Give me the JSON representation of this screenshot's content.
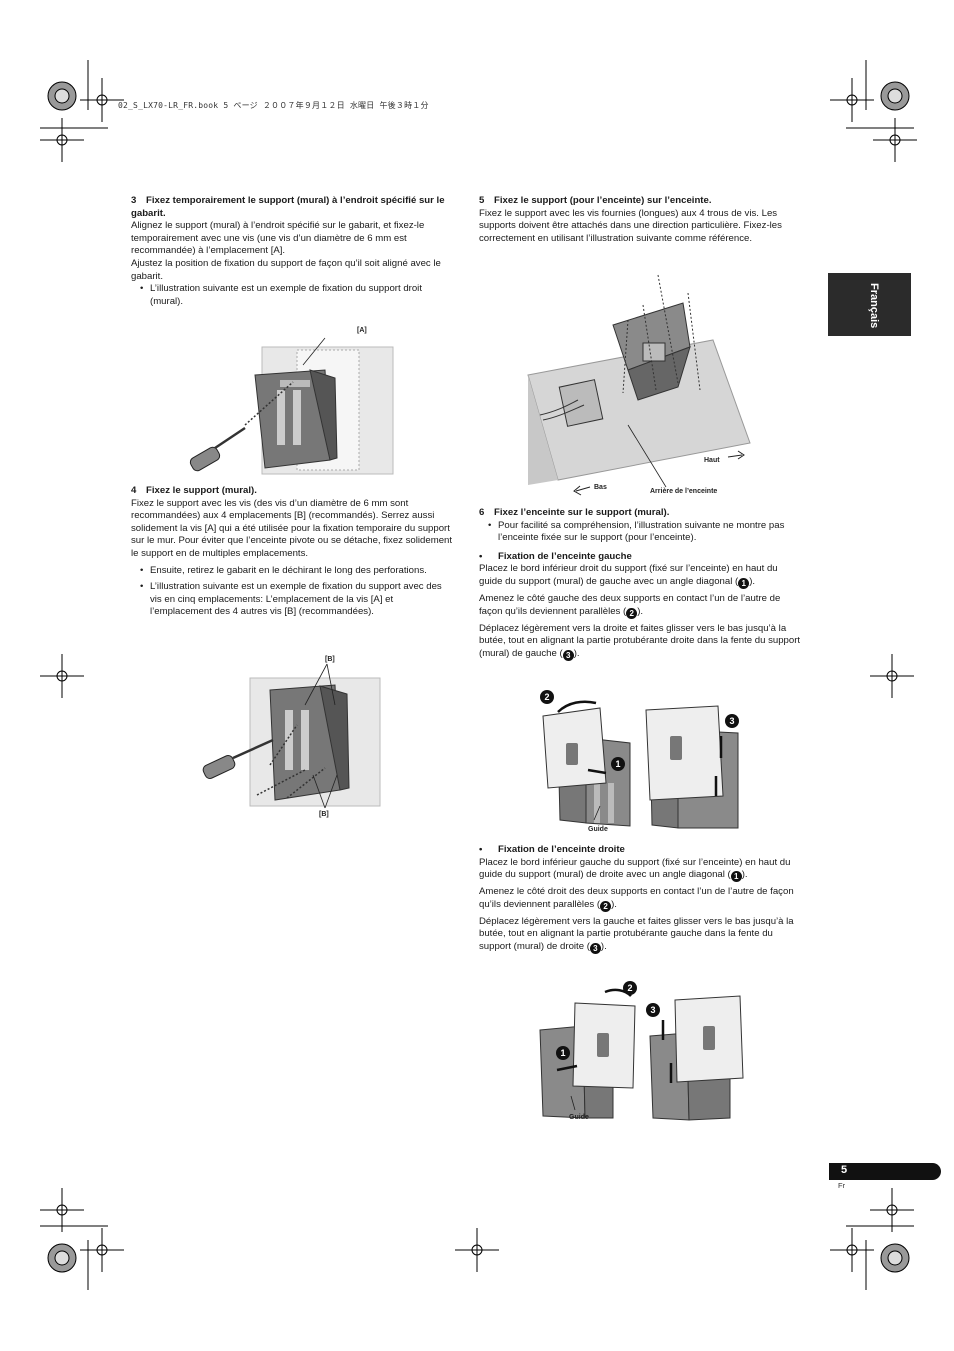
{
  "header": {
    "filename": "02_S_LX70-LR_FR.book 5 ページ ２００７年９月１２日 水曜日 午後３時１分"
  },
  "side_tab": {
    "label": "Français"
  },
  "page": {
    "number": "5",
    "lang": "Fr"
  },
  "left": {
    "step3": {
      "num": "3",
      "title": "Fixez temporairement le support (mural) à l’endroit spécifié sur le gabarit.",
      "p1": "Alignez le support (mural) à l’endroit spécifié sur le gabarit, et fixez-le temporairement avec une vis (une vis d’un diamètre de 6 mm est recommandée) à l’emplacement [A].",
      "p2": "Ajustez la position de fixation du support de façon qu’il soit aligné avec le gabarit.",
      "b1": "L’illustration suivante est un exemple de fixation du support droit (mural).",
      "fig_label": "[A]"
    },
    "step4": {
      "num": "4",
      "title": "Fixez le support (mural).",
      "p1": "Fixez le support avec les vis (des vis d’un diamètre de 6 mm sont recommandées) aux 4 emplacements [B] (recommandés). Serrez aussi solidement la vis [A] qui a été utilisée pour la fixation temporaire du support sur le mur. Pour éviter que l’enceinte pivote ou se détache, fixez solidement le support en de multiples emplacements.",
      "b1": "Ensuite, retirez le gabarit en le déchirant le long des perforations.",
      "b2": "L’illustration suivante est un exemple de fixation du support avec des vis en cinq emplacements: L’emplacement de la vis [A] et l’emplacement des 4 autres vis [B] (recommandées).",
      "fig_label_top": "[B]",
      "fig_label_bottom": "[B]"
    }
  },
  "right": {
    "step5": {
      "num": "5",
      "title": "Fixez le support (pour l’enceinte) sur l’enceinte.",
      "p1": "Fixez le support avec les vis fournies (longues) aux 4 trous de vis. Les supports doivent être attachés dans une direction particulière. Fixez-les correctement en utilisant l’illustration suivante comme référence.",
      "fig_haut": "Haut",
      "fig_bas": "Bas",
      "fig_arriere": "Arrière de l’enceinte"
    },
    "step6": {
      "num": "6",
      "title": "Fixez l’enceinte sur le support (mural).",
      "b1": "Pour facilité sa compréhension, l’illustration suivante ne montre pas l’enceinte fixée sur le support (pour l’enceinte)."
    },
    "left_speaker": {
      "title": "Fixation de l’enceinte gauche",
      "p1a": "Placez le bord inférieur droit du support (fixé sur l’enceinte) en haut du guide du support (mural) de gauche avec un angle diagonal (",
      "p1b": ").",
      "p2a": "Amenez le côté gauche des deux supports en contact l’un de l’autre de façon qu’ils deviennent parallèles (",
      "p2b": ").",
      "p3a": "Déplacez légèrement vers la droite et faites glisser vers le bas jusqu’à la butée, tout en alignant la partie protubérante droite dans la fente du support (mural) de gauche (",
      "p3b": ").",
      "fig_guide": "Guide"
    },
    "right_speaker": {
      "title": "Fixation de l’enceinte droite",
      "p1a": "Placez le bord inférieur gauche du support (fixé sur l’enceinte) en haut du guide du support (mural) de droite avec un angle diagonal (",
      "p1b": ").",
      "p2a": "Amenez le côté droit des deux supports en contact l’un de l’autre de façon qu’ils deviennent parallèles (",
      "p2b": ").",
      "p3a": "Déplacez légèrement vers la gauche et faites glisser vers le bas jusqu’à la butée, tout en alignant la partie protubérante gauche dans la fente du support (mural) de droite (",
      "p3b": ").",
      "fig_guide": "Guide"
    },
    "circled": {
      "one": "1",
      "two": "2",
      "three": "3"
    }
  }
}
